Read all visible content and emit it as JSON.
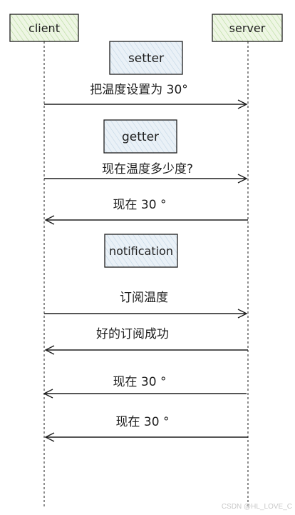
{
  "participants": [
    {
      "id": "client",
      "label": "client"
    },
    {
      "id": "server",
      "label": "server"
    }
  ],
  "sections": [
    {
      "label": "setter"
    },
    {
      "label": "getter"
    },
    {
      "label": "notification"
    }
  ],
  "messages": [
    {
      "text": "把温度设置为 30°",
      "direction": "client-to-server"
    },
    {
      "text": "现在温度多少度?",
      "direction": "client-to-server"
    },
    {
      "text": "现在 30 °",
      "direction": "server-to-client"
    },
    {
      "text": "订阅温度",
      "direction": "client-to-server"
    },
    {
      "text": "好的订阅成功",
      "direction": "server-to-client"
    },
    {
      "text": "现在 30 °",
      "direction": "server-to-client"
    },
    {
      "text": "现在 30 °",
      "direction": "server-to-client"
    }
  ],
  "watermark": "CSDN @HL_LOVE_C",
  "colors": {
    "participant_fill": "#eef6e4",
    "section_fill": "#eaf1f7",
    "stroke": "#1e1e1e",
    "watermark": "#c8c8c8"
  }
}
